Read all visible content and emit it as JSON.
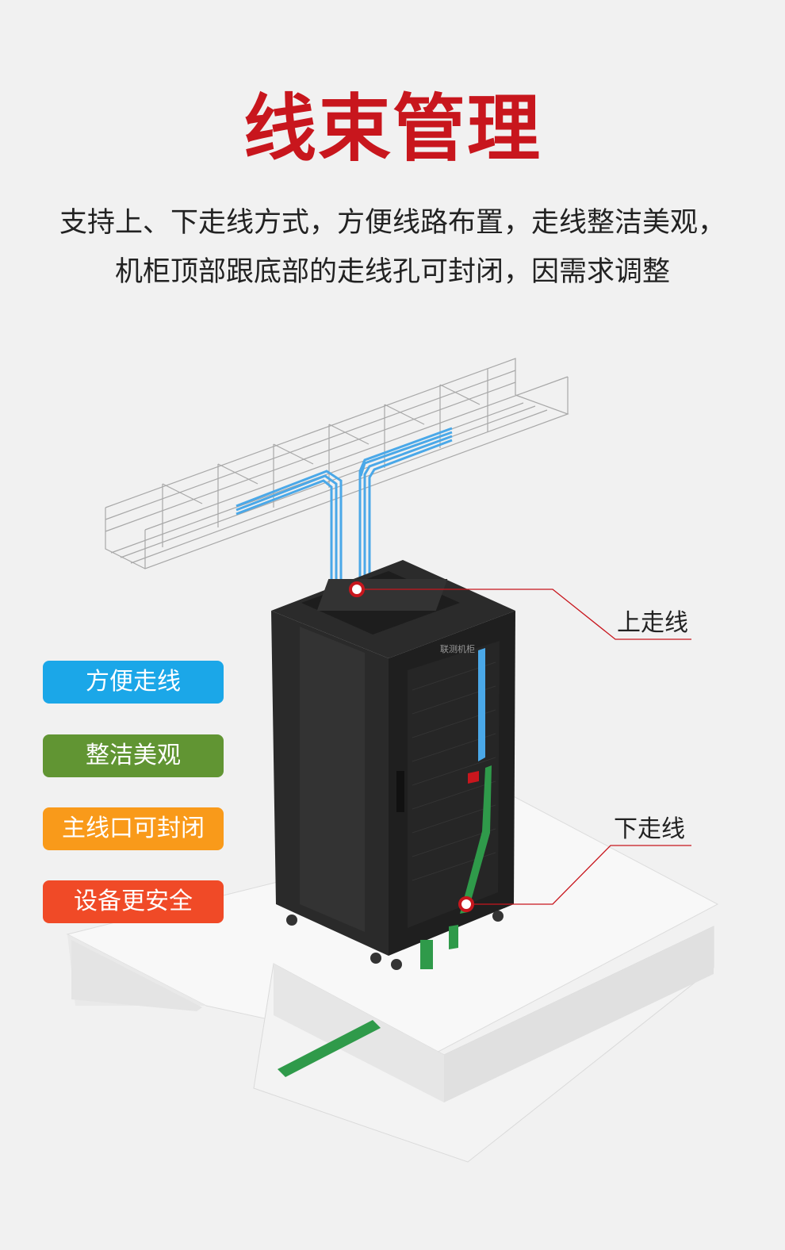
{
  "title": "线束管理",
  "subtitle": {
    "line1": "支持上、下走线方式，方便线路布置，走线整洁美观，",
    "line2": "机柜顶部跟底部的走线孔可封闭，因需求调整"
  },
  "features": [
    {
      "label": "方便走线",
      "color": "#1ba7e8"
    },
    {
      "label": "整洁美观",
      "color": "#619533"
    },
    {
      "label": "主线口可封闭",
      "color": "#f99a1a"
    },
    {
      "label": "设备更安全",
      "color": "#f04a27"
    }
  ],
  "callouts": {
    "top": "上走线",
    "bottom": "下走线"
  },
  "cabinet_brand": "联测机柜",
  "colors": {
    "accent": "#c8161d",
    "top_cable": "#4aa8e8",
    "bottom_cable": "#2f9a4a"
  }
}
